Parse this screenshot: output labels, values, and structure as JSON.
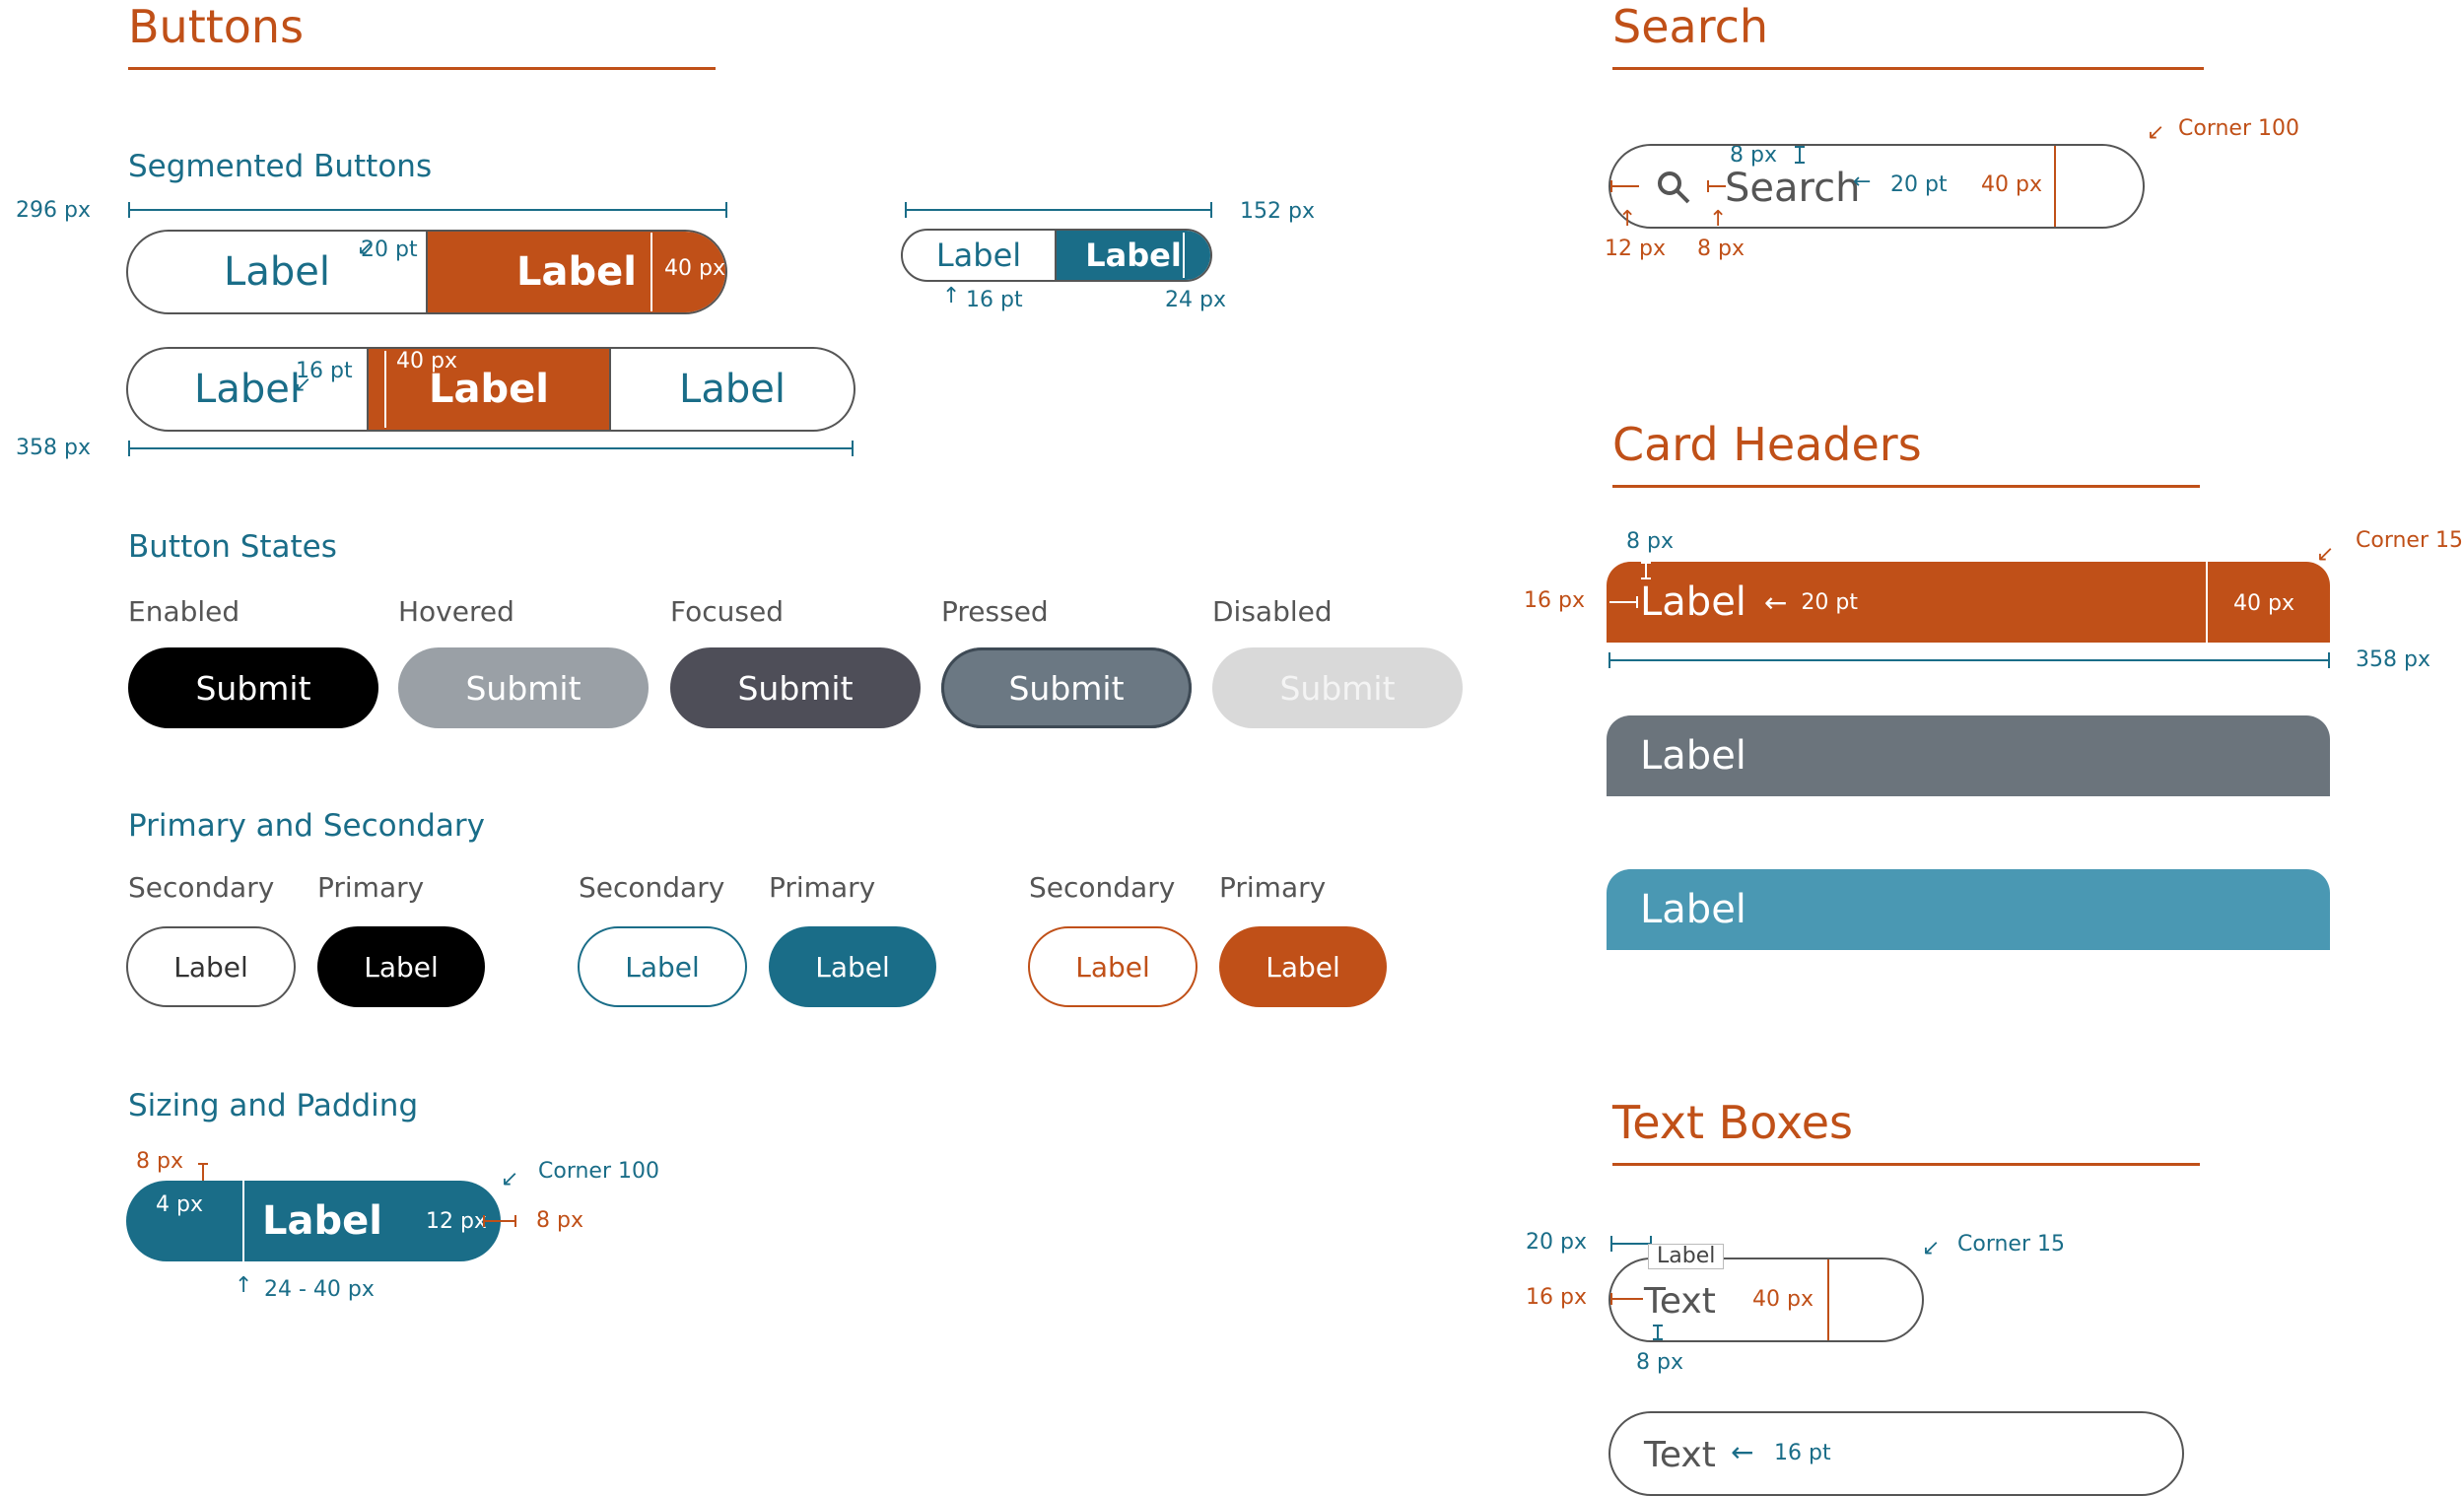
{
  "colors": {
    "orange": "#c05018",
    "teal": "#1a6d88",
    "black": "#000000",
    "hovered": "#9aa0a6",
    "focused": "#4e4e58",
    "pressed": "#6b7883",
    "disabled": "#d9d9d9",
    "card_gray": "#6b747c",
    "card_blue": "#4a98b3"
  },
  "buttons": {
    "title": "Buttons",
    "segmented": {
      "title": "Segmented Buttons",
      "dim_296": "296 px",
      "dim_358": "358 px",
      "dim_152": "152 px",
      "dim_20pt": "20 pt",
      "dim_40px": "40 px",
      "dim_16pt": "16 pt",
      "dim_40px_b": "40 px",
      "dim_16pt_small": "16 pt",
      "dim_24px": "24 px",
      "label": "Label"
    },
    "states": {
      "title": "Button States",
      "items": [
        {
          "caption": "Enabled",
          "label": "Submit"
        },
        {
          "caption": "Hovered",
          "label": "Submit"
        },
        {
          "caption": "Focused",
          "label": "Submit"
        },
        {
          "caption": "Pressed",
          "label": "Submit"
        },
        {
          "caption": "Disabled",
          "label": "Submit"
        }
      ]
    },
    "primary_secondary": {
      "title": "Primary and Secondary",
      "secondary": "Secondary",
      "primary": "Primary",
      "label": "Label"
    },
    "sizing": {
      "title": "Sizing and Padding",
      "dim_8px": "8 px",
      "dim_4px": "4 px",
      "label": "Label",
      "dim_12px": "12 px",
      "dim_8px_right": "8 px",
      "corner": "Corner 100",
      "range": "24 - 40 px"
    }
  },
  "search": {
    "title": "Search",
    "placeholder": "Search",
    "corner": "Corner 100",
    "dim_8px_top": "8 px",
    "dim_20pt": "20 pt",
    "dim_40px": "40 px",
    "dim_12px": "12 px",
    "dim_8px": "8 px"
  },
  "card_headers": {
    "title": "Card Headers",
    "dim_8px": "8 px",
    "dim_16px": "16 px",
    "label": "Label",
    "dim_20pt": "20 pt",
    "dim_40px": "40 px",
    "corner": "Corner 15",
    "dim_358": "358 px",
    "label_gray": "Label",
    "label_blue": "Label"
  },
  "text_boxes": {
    "title": "Text Boxes",
    "dim_20px": "20 px",
    "floating_label": "Label",
    "corner": "Corner 15",
    "dim_16px": "16 px",
    "text": "Text",
    "dim_40px": "40 px",
    "dim_8px": "8 px",
    "text2": "Text",
    "dim_16pt": "16 pt"
  }
}
